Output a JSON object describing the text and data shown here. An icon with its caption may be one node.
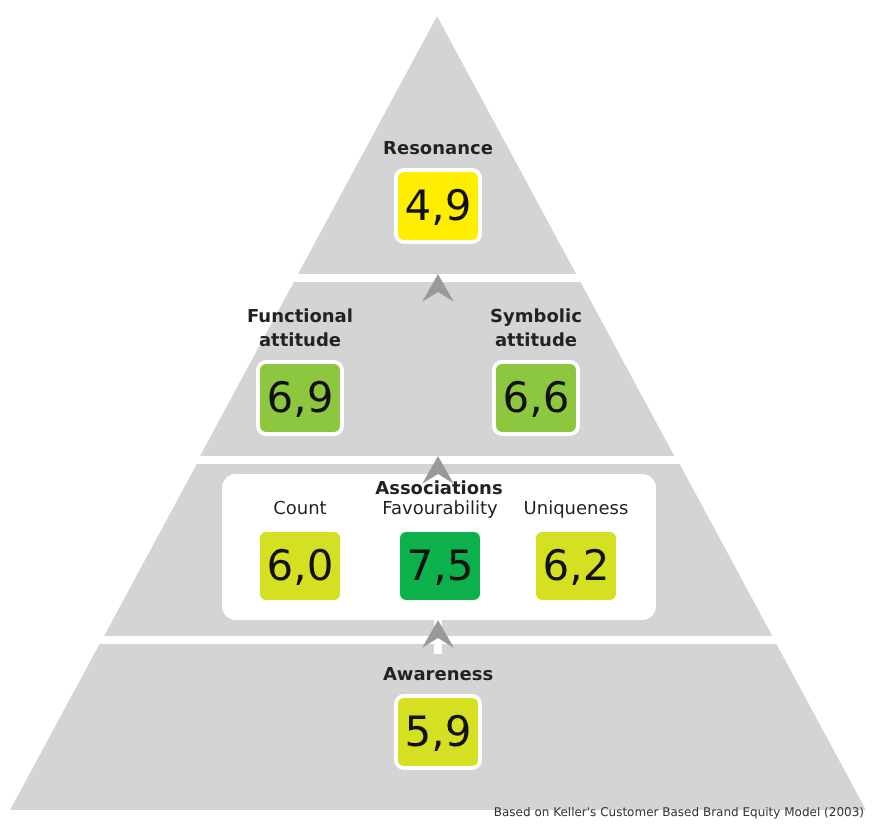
{
  "diagram": {
    "caption": "Based on Keller's Customer Based Brand Equity Model (2003)",
    "nodes": [
      {
        "text": [],
        "shape": "triangle"
      },
      {
        "text": [
          "Resonance",
          "4,9"
        ],
        "in": 0
      },
      {
        "text": [],
        "shape": "band"
      },
      {
        "text": [
          "Functional attitude",
          "6,9"
        ],
        "in": 2
      },
      {
        "text": [
          "Symbolic attitude",
          "6,6"
        ],
        "in": 2
      },
      {
        "text": [],
        "shape": "band"
      },
      {
        "text": [
          "Associations"
        ],
        "in": 5
      },
      {
        "text": [
          "Count",
          "6,0"
        ],
        "in": 6
      },
      {
        "text": [
          "Favourability",
          "7,5"
        ],
        "in": 6
      },
      {
        "text": [
          "Uniqueness",
          "6,2"
        ],
        "in": 6
      },
      {
        "text": [],
        "shape": "band"
      },
      {
        "text": [
          "Awareness",
          "5,9"
        ],
        "in": 10
      }
    ],
    "edges": [
      {
        "from": 11,
        "to": 6,
        "arrow": "to"
      },
      {
        "from": 6,
        "to": 2,
        "arrow": "to"
      },
      {
        "from": 2,
        "to": 0,
        "arrow": "to"
      }
    ]
  }
}
